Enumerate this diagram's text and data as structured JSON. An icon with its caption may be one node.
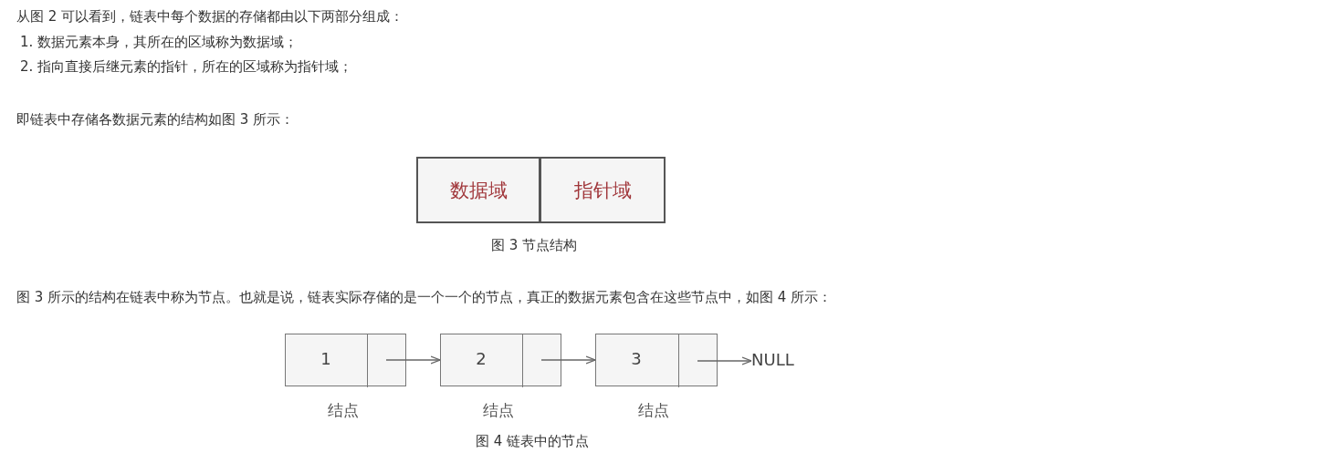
{
  "diagram": {
    "nodes": [
      {
        "text": [
          "数据域"
        ]
      },
      {
        "text": [
          "指针域"
        ]
      },
      {
        "text": [
          "1"
        ],
        "beside": [
          "结点"
        ]
      },
      {
        "text": [],
        "shape": "box",
        "in": 2
      },
      {
        "text": [
          "2"
        ],
        "beside": [
          "结点"
        ]
      },
      {
        "text": [],
        "shape": "box",
        "in": 4
      },
      {
        "text": [
          "3"
        ],
        "beside": [
          "结点"
        ]
      },
      {
        "text": [],
        "shape": "box",
        "in": 6
      },
      {
        "text": [
          "NULL"
        ]
      }
    ],
    "edges": [
      {
        "from": 3,
        "to": 4,
        "arrow": "to"
      },
      {
        "from": 5,
        "to": 6,
        "arrow": "to"
      },
      {
        "from": 7,
        "to": 8,
        "arrow": "to"
      }
    ],
    "labels": [
      "从图 2 可以看到，链表中每个数据的存储都由以下两部分组成：",
      "1. 数据元素本身，其所在的区域称为数据域；",
      "2. 指向直接后继元素的指针，所在的区域称为指针域；",
      "即链表中存储各数据元素的结构如图 3 所示：",
      "图 3 节点结构",
      "图 3 所示的结构在链表中称为节点。也就是说，链表实际存储的是一个一个的节点，真正的数据元素包含在这些节点中，如图 4 所示：",
      "图 4 链表中的节点"
    ]
  }
}
